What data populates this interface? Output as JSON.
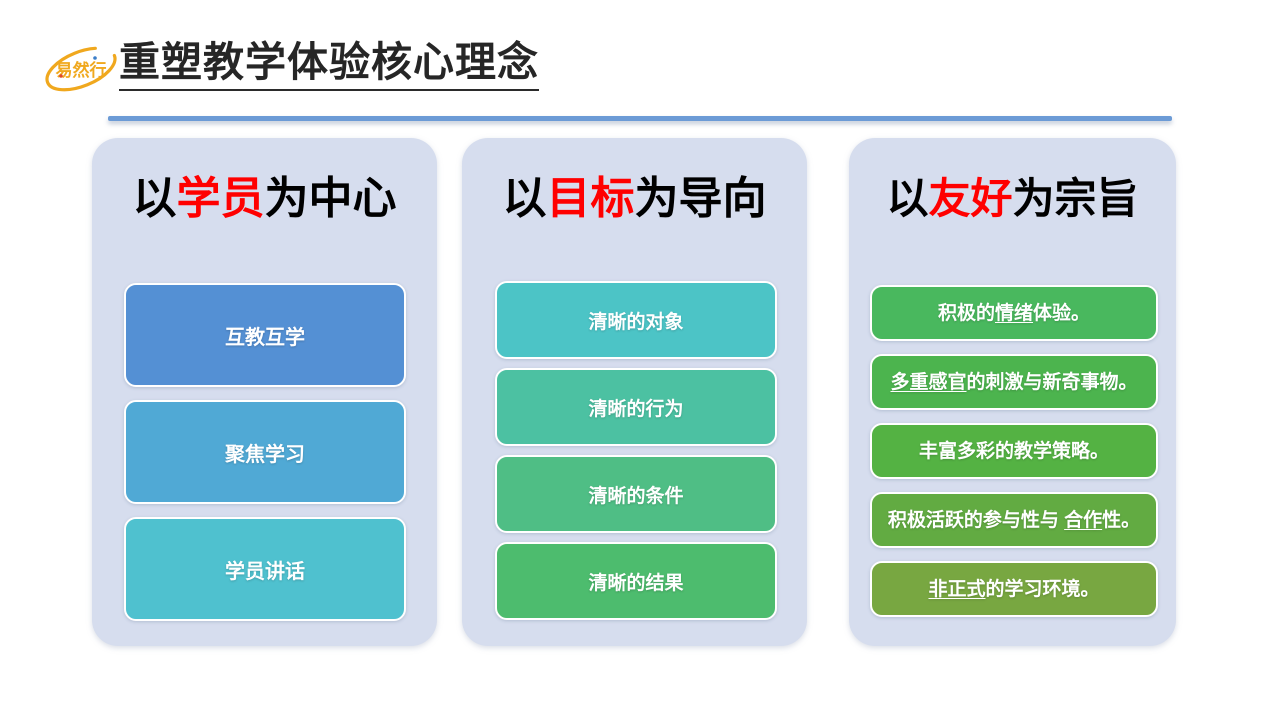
{
  "header": {
    "logo_text": "易然行",
    "logo_name": "yiranxing-logo",
    "title": "重塑教学体验核心理念",
    "divider_color": "#6c9bd6"
  },
  "columns": [
    {
      "id": "learner-centered",
      "title_prefix": "以",
      "title_highlight": "学员",
      "title_suffix": "为中心",
      "highlight_color": "#ff0000",
      "panel_color": "#d6ddee",
      "items": [
        {
          "text": "互教互学",
          "color": "#5490d4",
          "underline": ""
        },
        {
          "text": "聚焦学习",
          "color": "#50a9d5",
          "underline": ""
        },
        {
          "text": "学员讲话",
          "color": "#4fc1cf",
          "underline": ""
        }
      ]
    },
    {
      "id": "goal-oriented",
      "title_prefix": "以",
      "title_highlight": "目标",
      "title_suffix": "为导向",
      "highlight_color": "#ff0000",
      "panel_color": "#d6ddee",
      "items": [
        {
          "text": "清晰的对象",
          "color": "#4cc4c6",
          "underline": ""
        },
        {
          "text": "清晰的行为",
          "color": "#4cc1a2",
          "underline": ""
        },
        {
          "text": "清晰的条件",
          "color": "#4fbe85",
          "underline": ""
        },
        {
          "text": "清晰的结果",
          "color": "#4dbc6e",
          "underline": ""
        }
      ]
    },
    {
      "id": "friendliness-purpose",
      "title_prefix": "以",
      "title_highlight": "友好",
      "title_suffix": "为宗旨",
      "highlight_color": "#ff0000",
      "panel_color": "#d6ddee",
      "items": [
        {
          "lead": "积极的",
          "underline": "情绪",
          "tail": "体验。",
          "color": "#49b85e"
        },
        {
          "lead": "",
          "underline": "多重感官",
          "tail": "的刺激与新奇事物。",
          "color": "#4cb44e"
        },
        {
          "lead": "丰富多彩的教学策略。",
          "underline": "",
          "tail": "",
          "color": "#54b243"
        },
        {
          "lead": "积极活跃的参与性与 ",
          "underline": "合作",
          "tail": "性。",
          "color": "#62ab42"
        },
        {
          "lead": "",
          "underline": "非正式",
          "tail": "的学习环境。",
          "color": "#78a741"
        }
      ]
    }
  ]
}
